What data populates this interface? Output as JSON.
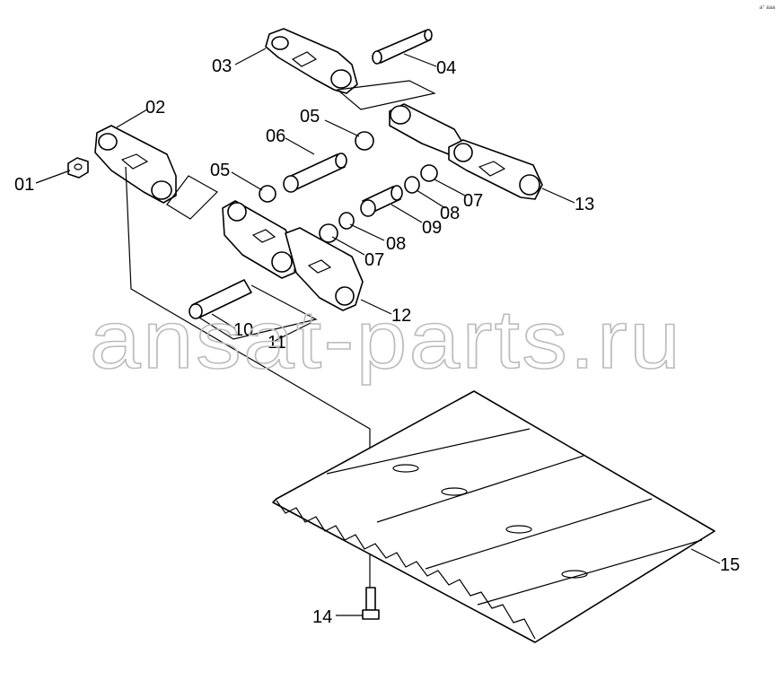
{
  "watermark": "ansat-parts.ru",
  "corner_mark": "a° aaa",
  "callouts": {
    "c01": "01",
    "c02": "02",
    "c03": "03",
    "c04": "04",
    "c05a": "05",
    "c05b": "05",
    "c06": "06",
    "c07a": "07",
    "c07b": "07",
    "c08a": "08",
    "c08b": "08",
    "c09": "09",
    "c10": "10",
    "c11": "11",
    "c12": "12",
    "c13": "13",
    "c14": "14",
    "c15": "15"
  }
}
